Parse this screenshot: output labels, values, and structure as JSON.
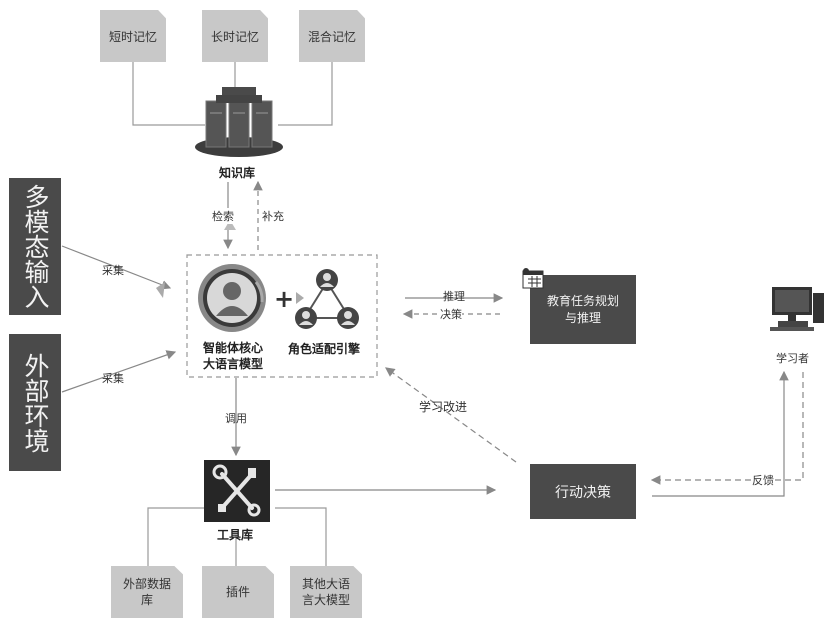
{
  "memory": {
    "short_term": "短时记忆",
    "long_term": "长时记忆",
    "hybrid": "混合记忆"
  },
  "knowledge_base": {
    "label": "知识库",
    "icon": "server-stack-icon"
  },
  "edges": {
    "retrieve": "检索",
    "supplement": "补充",
    "collect_1": "采集",
    "collect_2": "采集",
    "reason": "推理",
    "decide": "决策",
    "call": "调用",
    "learn_improve": "学习改进",
    "feedback": "反馈"
  },
  "inputs": {
    "multimodal": "多模态输入",
    "external_env": "外部环境"
  },
  "core": {
    "agent_line1": "智能体核心",
    "agent_line2": "大语言模型",
    "role_engine": "角色适配引擎"
  },
  "planning": {
    "line1": "教育任务规划",
    "line2": "与推理"
  },
  "learner": {
    "label": "学习者",
    "icon": "computer-icon"
  },
  "action": {
    "label": "行动决策"
  },
  "toolbox": {
    "label": "工具库",
    "icon": "tools-icon",
    "external_db_line1": "外部数据",
    "external_db_line2": "库",
    "plugins": "插件",
    "other_llm_line1": "其他大语",
    "other_llm_line2": "言大模型"
  },
  "colors": {
    "dark_box": "#4a4a4a",
    "light_box": "#c8c8c8",
    "line": "#888888"
  }
}
